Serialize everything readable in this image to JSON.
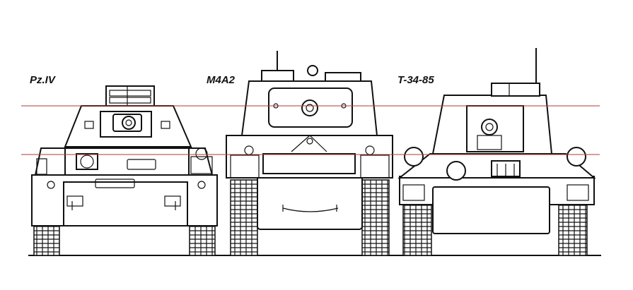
{
  "labels": {
    "pz_iv": "Pz.IV",
    "m4a2": "M4A2",
    "t34_85": "T-34-85"
  },
  "colors": {
    "reference_line": "#b33a3a",
    "ink": "#111111",
    "background": "#ffffff"
  }
}
